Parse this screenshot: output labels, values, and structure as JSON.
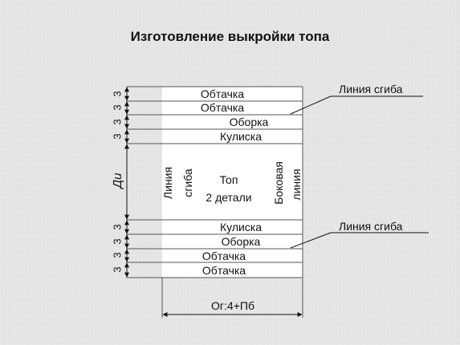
{
  "title": "Изготовление выкройки топа",
  "top_strips": [
    "Обтачка",
    "Обтачка",
    "Оборка",
    "Кулиска"
  ],
  "bottom_strips": [
    "Кулиска",
    "Оборка",
    "Обтачка",
    "Обтачка"
  ],
  "middle": {
    "fold_line_vertical": [
      "Линия",
      "сгиба"
    ],
    "center": [
      "Топ",
      "2 детали"
    ],
    "side_line_vertical": [
      "Боковая",
      "линия"
    ]
  },
  "strip_height_label": "3",
  "length_label": "Ди",
  "fold_line_label_top": "Линия сгиба",
  "fold_line_label_bottom": "Линия сгиба",
  "width_label": "Ог:4+Пб"
}
